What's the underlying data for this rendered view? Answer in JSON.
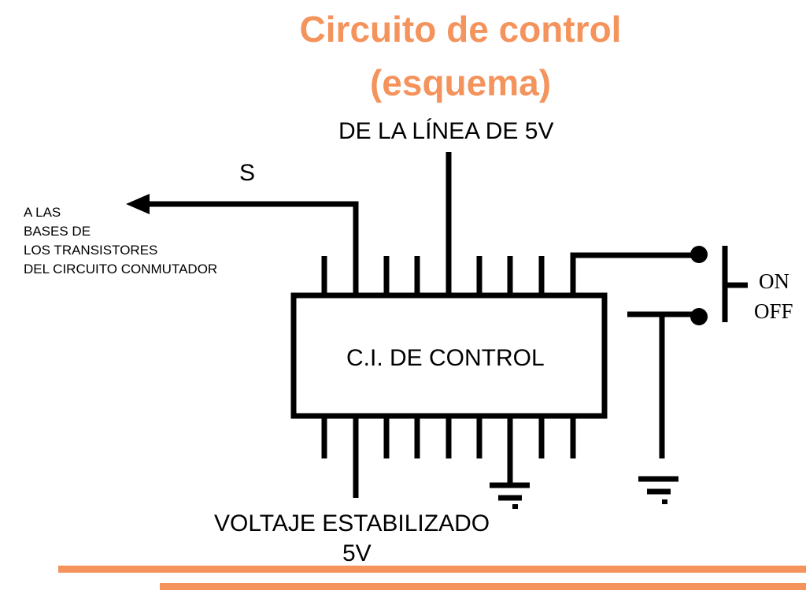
{
  "slide": {
    "title_line1": "Circuito de control",
    "title_line2": "(esquema)",
    "accent_color": "#f4935c"
  },
  "diagram": {
    "supply_label": "DE LA LÍNEA DE 5V",
    "output_label": "S",
    "output_note": [
      "A LAS",
      "BASES DE",
      "LOS TRANSISTORES",
      "DEL CIRCUITO CONMUTADOR"
    ],
    "chip_label": "C.I. DE CONTROL",
    "switch_on_label": "ON",
    "switch_off_label": "OFF",
    "voltage_label_line1": "VOLTAJE ESTABILIZADO",
    "voltage_label_line2": "5V"
  }
}
